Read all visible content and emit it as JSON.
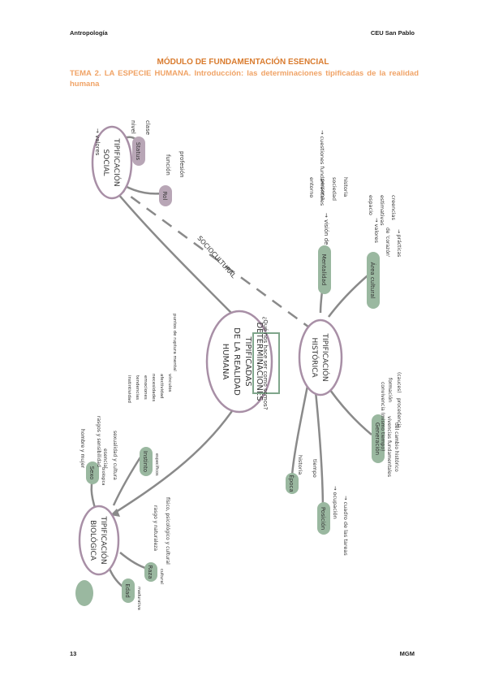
{
  "header": {
    "left": "Antropología",
    "right": "CEU San Pablo"
  },
  "title": "MÓDULO DE FUNDAMENTACIÓN ESENCIAL",
  "subtitle": "TEMA 2. LA ESPECIE HUMANA. Introducción: las determinaciones tipificadas de la realidad humana",
  "footer": {
    "page": "13",
    "author": "MGM"
  },
  "colors": {
    "title": "#d97b2e",
    "subtitle": "#f0a366",
    "green": "#9ab8a0",
    "purple": "#b8a6b6",
    "line": "#8a8a8a"
  },
  "map": {
    "center": {
      "lines": [
        "DETERMINACIONES",
        "TIPIFICADAS",
        "DE LA REALIDAD",
        "HUMANA"
      ],
      "question": "¿Qué nos hace ser como somos?"
    },
    "social": {
      "title_lines": [
        "TIPIFICACIÓN",
        "SOCIAL"
      ],
      "top": "→ valores",
      "status": {
        "label": "Status",
        "items": [
          "nivel",
          "clase"
        ]
      },
      "rol": {
        "label": "Rol",
        "items": [
          "función",
          "profesión"
        ]
      }
    },
    "historica": {
      "title_lines": [
        "TIPIFICACIÓN",
        "HISTÓRICA"
      ],
      "mentalidad": {
        "label": "Mentalidad",
        "prefix": "→ visión de",
        "items": [
          "entorno",
          "persona",
          "sociedad",
          "historia"
        ],
        "extra": "→ cuestiones fundamentales"
      },
      "area": {
        "label": "Área cultural",
        "prefix": "→ valores",
        "items": [
          "espacio",
          "estimativas",
          "creencias",
          "de 'corazón'",
          "→ prácticas"
        ]
      },
      "generacion": {
        "label": "Generación",
        "lines": [
          "convivencia (mismo tiempo)",
          "formación",
          "vivencias fundamentales",
          "procedencia",
          "(cauces)",
          "del cambio histórico"
        ]
      },
      "epoca": {
        "label": "Época",
        "items": [
          "historia",
          "tiempo"
        ]
      },
      "posicion": {
        "label": "Posición",
        "items": [
          "→ ocupación",
          "→ cuadro de las tareas"
        ]
      }
    },
    "biologica": {
      "title_lines": [
        "TIPIFICACIÓN",
        "BIOLÓGICA"
      ],
      "sexo": {
        "label": "Sexo",
        "sub": "biológica",
        "items": [
          "hombre y mujer",
          "esencial",
          "rasgos y sensibilidad",
          "sexualidad y cultura"
        ]
      },
      "impulsos": {
        "label": "Instinto",
        "sub": "específicos",
        "items": [
          "instintividad",
          "tendencias",
          "emociones",
          "necesidades",
          "afectividad",
          "vínculos"
        ]
      },
      "raza": {
        "label": "Raza",
        "sub": "cultural",
        "items": [
          "rasgo y naturaleza",
          "físico, psicológico y cultural"
        ]
      },
      "edad": {
        "label": "Edad",
        "sub": "madurativa"
      },
      "nota": "puntos de ruptura mental"
    },
    "sociocultural": "SOCIOCULTURAL"
  }
}
